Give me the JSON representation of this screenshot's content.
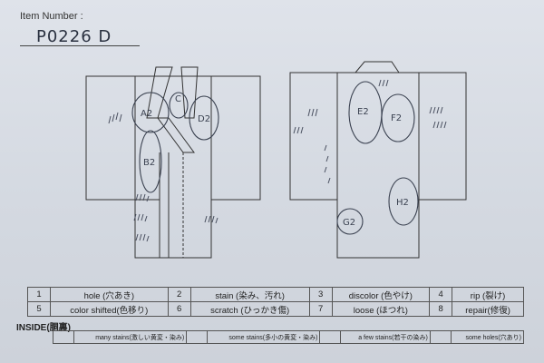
{
  "header": {
    "item_number_label": "Item Number :",
    "item_number_value": "P0226  D"
  },
  "front_marks": {
    "a": "A2",
    "b": "B2",
    "c": "C",
    "d": "D2"
  },
  "back_marks": {
    "e": "E2",
    "f": "F2",
    "g": "G2",
    "h": "H2"
  },
  "legend": [
    {
      "n1": "1",
      "t1": "hole (穴あき)",
      "n2": "2",
      "t2": "stain (染み、汚れ)",
      "n3": "3",
      "t3": "discolor (色やけ)",
      "n4": "4",
      "t4": "rip (裂け)"
    },
    {
      "n1": "5",
      "t1": "color shifted(色移り)",
      "n2": "6",
      "t2": "scratch (ひっかき傷)",
      "n3": "7",
      "t3": "loose (ほつれ)",
      "n4": "8",
      "t4": "repair(修復)"
    }
  ],
  "inside": {
    "title": "INSIDE(胴裏)",
    "options": [
      "many stains(激しい黄変・染み)",
      "some stains(多小の黄変・染み)",
      "a few stains(若干の染み)",
      "some holes(穴あり)"
    ]
  }
}
